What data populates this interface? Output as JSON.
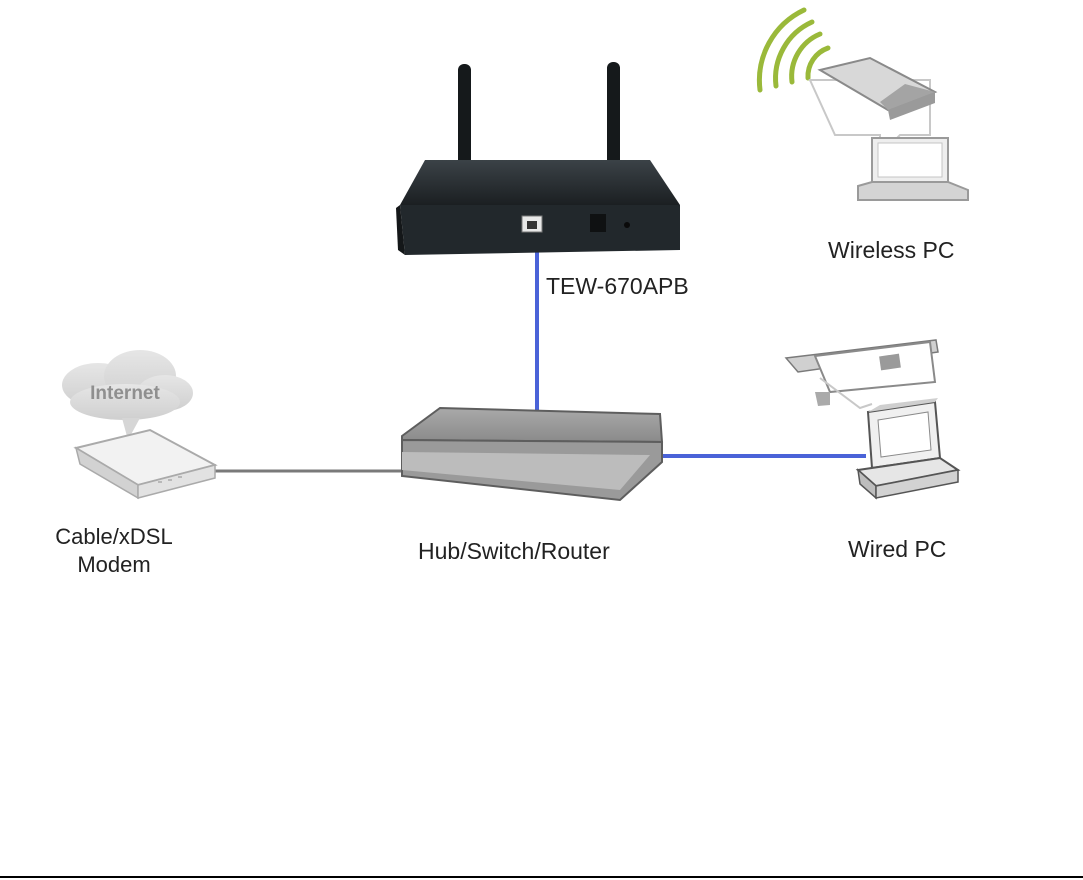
{
  "labels": {
    "access_point": "TEW-670APB",
    "wireless_pc": "Wireless PC",
    "modem_line1": "Cable/xDSL",
    "modem_line2": "Modem",
    "switch": "Hub/Switch/Router",
    "wired_pc": "Wired PC",
    "internet": "Internet"
  },
  "colors": {
    "wired_link_blue": "#4a63d8",
    "modem_link_gray": "#7a7a7a",
    "wifi_green": "#9ab93a",
    "device_dark": "#1d2226",
    "switch_gray": "#8c8c8c"
  }
}
